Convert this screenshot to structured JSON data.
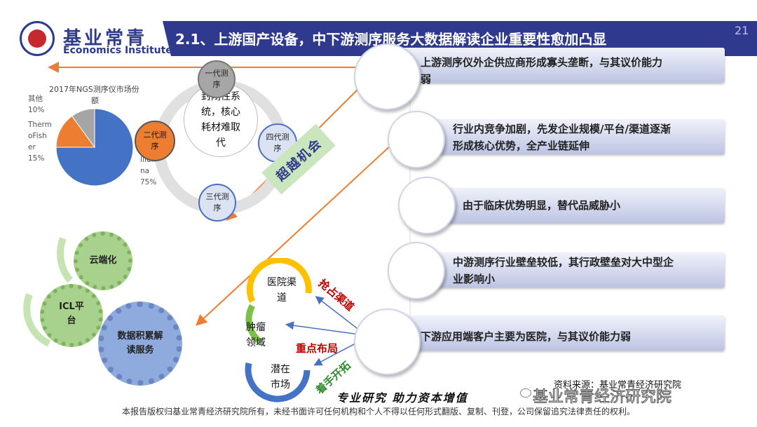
{
  "header": {
    "logo_cn": "基业常青",
    "logo_en": "Economics Institute",
    "title": "2.1、上游国产设备，中下游测序服务大数据解读企业重要性愈加凸显",
    "page_number": "21",
    "brand_color": "#2f3a8f"
  },
  "pie": {
    "title_line1": "2017年NGS测序仪市场份",
    "title_line2": "额",
    "other_label": "其他",
    "other_value": "10%",
    "thermo_l1": "Therm",
    "thermo_l2": "oFish",
    "thermo_l3": "er",
    "thermo_value": "15%",
    "illumina_l1": "Illumi",
    "illumina_l2": "na",
    "illumina_value": "75%"
  },
  "chart_data": {
    "type": "pie",
    "title": "2017年NGS测序仪市场份额",
    "categories": [
      "Illumina",
      "ThermoFisher",
      "其他"
    ],
    "values": [
      75,
      15,
      10
    ],
    "colors": [
      "#4472c4",
      "#ed7d31",
      "#a5a5a5"
    ]
  },
  "generations": {
    "center_l1": "封闭性系",
    "center_l2": "统，核心",
    "center_l3": "耗材难取",
    "center_l4": "代",
    "gen1_l1": "一代测",
    "gen1_l2": "序",
    "gen2_l1": "二代测",
    "gen2_l2": "序",
    "gen3_l1": "三代测",
    "gen3_l2": "序",
    "gen4_l1": "四代测",
    "gen4_l2": "序",
    "opportunity": "超越机会"
  },
  "gears": {
    "cloud": "云端化",
    "icl_l1": "ICL平",
    "icl_l2": "台",
    "data_l1": "数据积累解",
    "data_l2": "读服务"
  },
  "cycle": {
    "hospital_l1": "医院渠",
    "hospital_l2": "道",
    "tumor_l1": "肿瘤",
    "tumor_l2": "领域",
    "market_l1": "潜在",
    "market_l2": "市场",
    "tag_channel": "抢占渠道",
    "tag_layout": "重点布局",
    "tag_expand": "着手开拓"
  },
  "bars": [
    {
      "line1": "上游测序仪外企供应商形成寡头垄断，与其议价能力",
      "line2": "弱"
    },
    {
      "line1": "行业内竞争加剧，先发企业规模/平台/渠道逐渐",
      "line2": "形成核心优势，全产业链延伸"
    },
    {
      "line1": "由于临床优势明显，替代品威胁小",
      "line2": ""
    },
    {
      "line1": "中游测序行业壁垒较低，其行政壁垒对大中型企",
      "line2": "业影响小"
    },
    {
      "line1": "下游应用端客户主要为医院，与其议价能力弱",
      "line2": ""
    }
  ],
  "source": "资料来源：基业常青经济研究院",
  "slogan": "专业研究  助力资本增值",
  "watermark": "基业常青经济研究院",
  "footer": "本报告版权归基业常青经济研究院所有，未经书面许可任何机构和个人不得以任何形式翻版、复制、刊登，公司保留追究法律责任的权利。"
}
